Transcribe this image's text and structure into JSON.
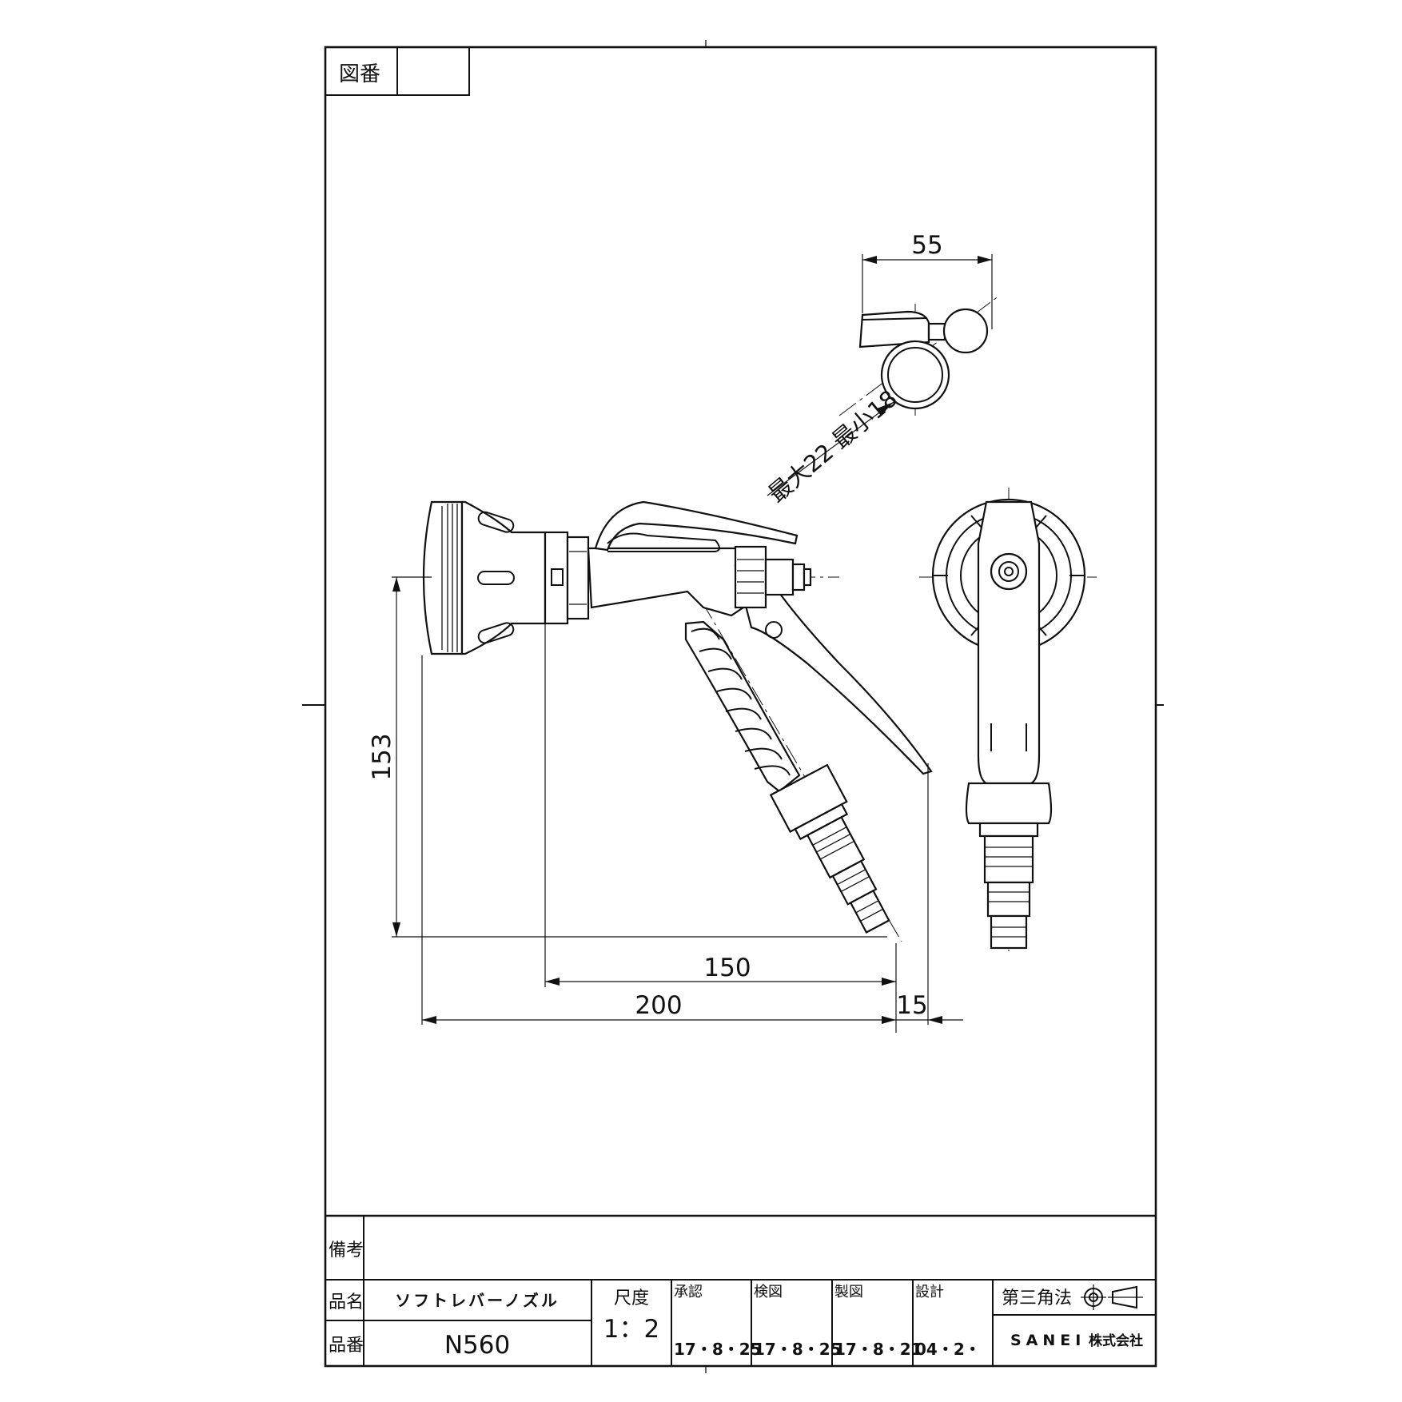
{
  "sheet": {
    "drawing_number_label": "図番",
    "drawing_number_value": ""
  },
  "dimensions": {
    "width_55": "55",
    "height_153": "153",
    "length_150": "150",
    "length_200": "200",
    "offset_15": "15",
    "hose_diameter": "最大22  最小18"
  },
  "title_block": {
    "remarks_label": "備考",
    "remarks_value": "",
    "product_name_label": "品名",
    "product_name": "ソフトレバーノズル",
    "product_number_label": "品番",
    "product_number": "N560",
    "scale_label": "尺度",
    "scale_value": "1：2",
    "approval_label": "承認",
    "approval_date": "17・8・25",
    "inspection_label": "検図",
    "inspection_date": "17・8・25",
    "drafting_label": "製図",
    "drafting_date": "17・8・21",
    "design_label": "設計",
    "design_date": "04・2・",
    "projection_label": "第三角法",
    "company": "SANEI",
    "company_suffix": "株式会社"
  }
}
